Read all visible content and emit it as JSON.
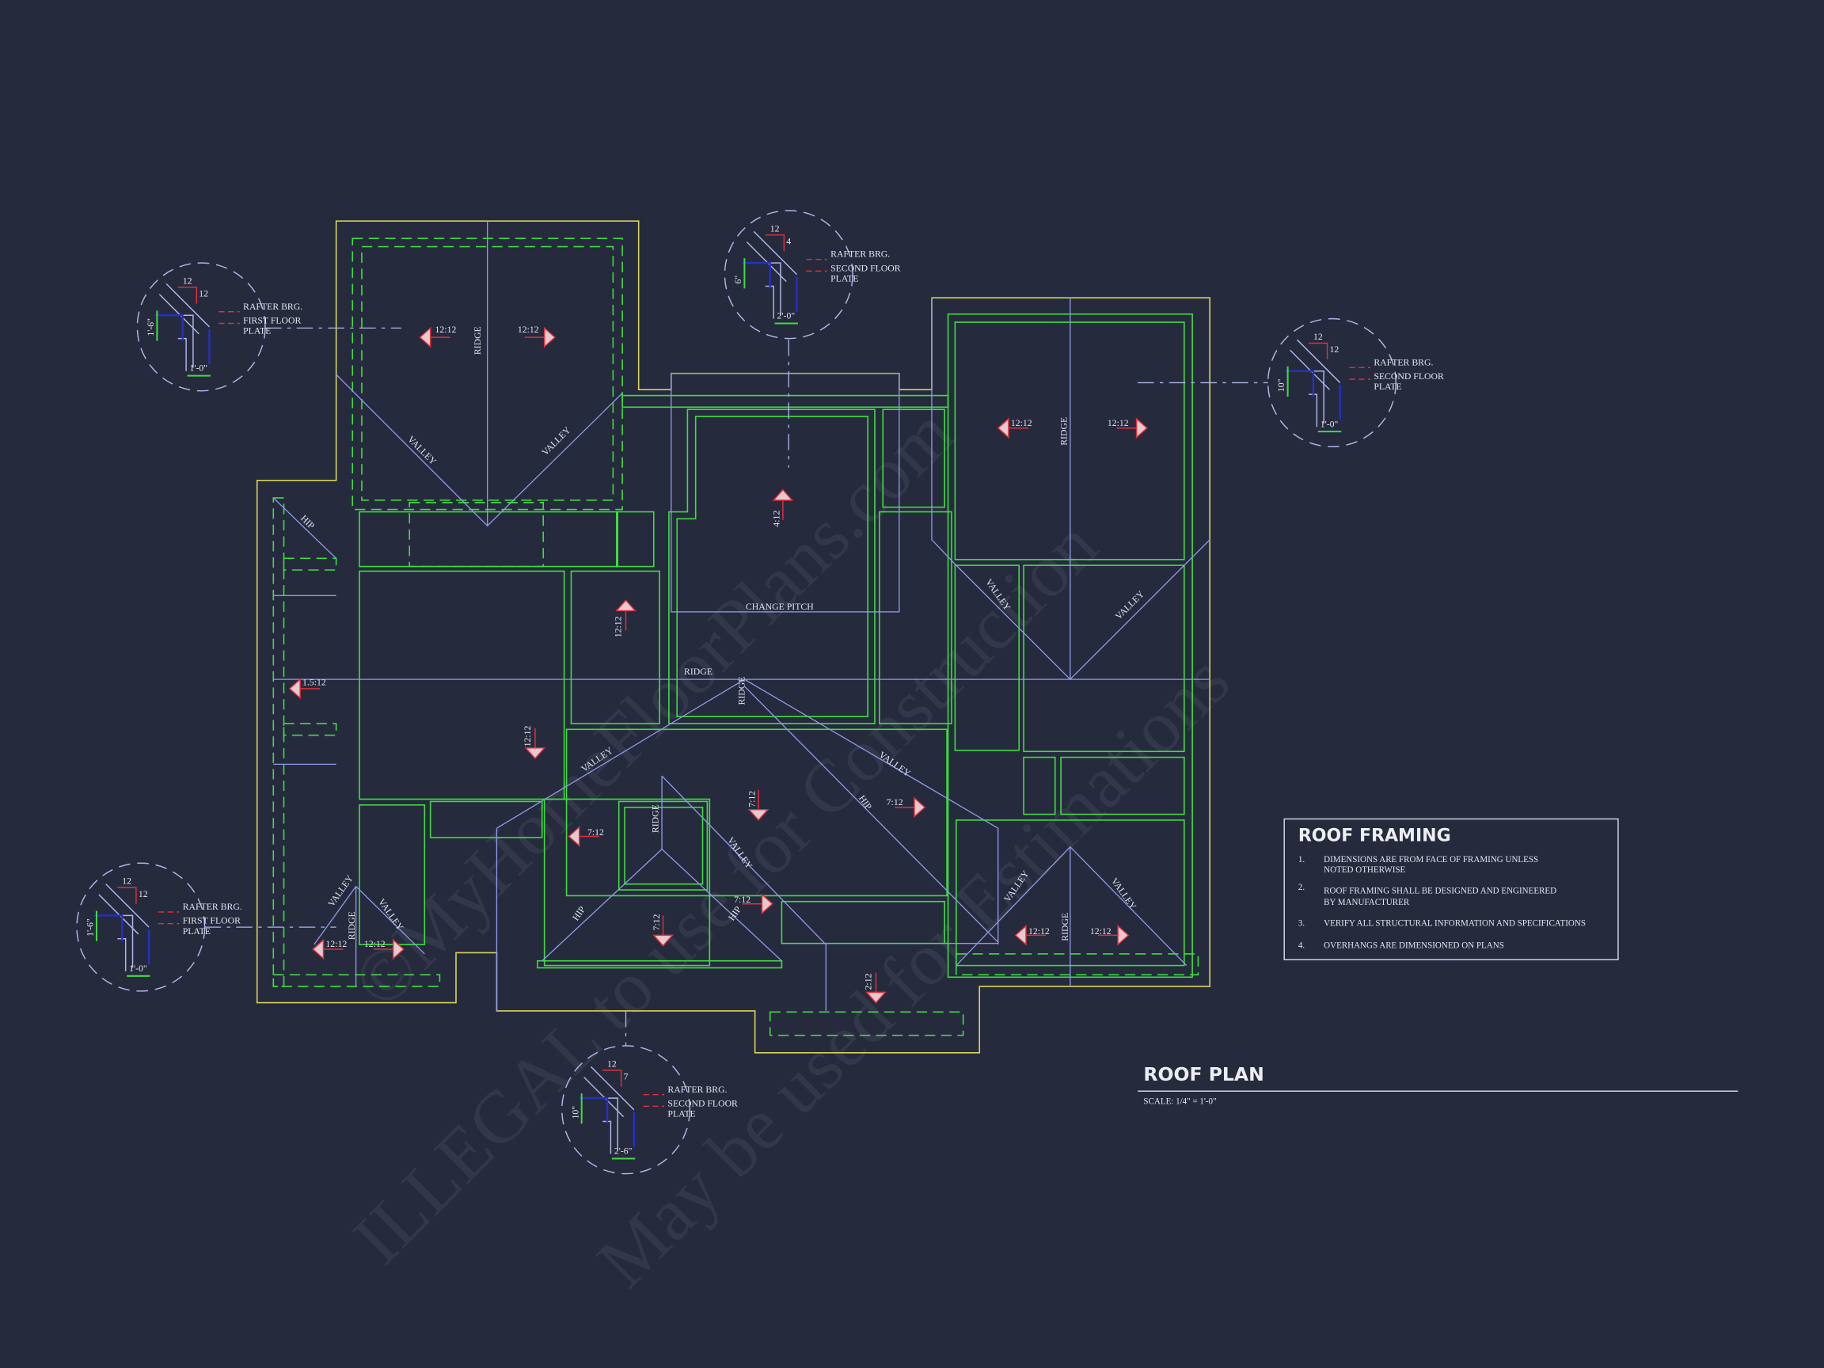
{
  "drawing": {
    "title": "ROOF PLAN",
    "scale": "SCALE: 1/4\" = 1'-0\""
  },
  "notes": {
    "title": "ROOF FRAMING",
    "items": [
      {
        "num": "1.",
        "line1": "DIMENSIONS ARE FROM FACE OF FRAMING UNLESS",
        "line2": "NOTED OTHERWISE"
      },
      {
        "num": "2.",
        "line1": "ROOF FRAMING SHALL BE DESIGNED AND ENGINEERED",
        "line2": "BY MANUFACTURER"
      },
      {
        "num": "3.",
        "line1": "VERIFY ALL STRUCTURAL INFORMATION AND SPECIFICATIONS",
        "line2": ""
      },
      {
        "num": "4.",
        "line1": "OVERHANGS ARE DIMENSIONED ON PLANS",
        "line2": ""
      }
    ]
  },
  "labels": [
    "12:12",
    "RIDGE",
    "12:12",
    "VALLEY",
    "VALLEY",
    "HIP",
    "4:12",
    "CHANGE PITCH",
    "12:12",
    "RIDGE",
    "RIDGE",
    "1.5:12",
    "12:12",
    "VALLEY",
    "VALLEY",
    "7:12",
    "HIP",
    "7:12",
    "7:12",
    "RIDGE",
    "VALLEY",
    "HIP",
    "7:12",
    "HIP",
    "7:12",
    "2:12",
    "VALLEY",
    "RIDGE",
    "VALLEY",
    "12:12",
    "12:12",
    "12:12",
    "RIDGE",
    "12:12",
    "VALLEY",
    "VALLEY",
    "VALLEY",
    "RIDGE",
    "VALLEY",
    "12:12",
    "12:12"
  ],
  "details": [
    {
      "run": "12",
      "rise": "12",
      "bearing": "RAFTER BRG.",
      "plate1": "FIRST FLOOR",
      "plate2": "PLATE",
      "height": "1'-6\"",
      "overhang": "1'-0\""
    },
    {
      "run": "12",
      "rise": "4",
      "bearing": "RAFTER BRG.",
      "plate1": "SECOND FLOOR",
      "plate2": "PLATE",
      "height": "6\"",
      "overhang": "2'-0\""
    },
    {
      "run": "12",
      "rise": "12",
      "bearing": "RAFTER BRG.",
      "plate1": "SECOND FLOOR",
      "plate2": "PLATE",
      "height": "10\"",
      "overhang": "1'-0\""
    },
    {
      "run": "12",
      "rise": "12",
      "bearing": "RAFTER BRG.",
      "plate1": "FIRST FLOOR",
      "plate2": "PLATE",
      "height": "1'-6\"",
      "overhang": "1'-0\""
    },
    {
      "run": "12",
      "rise": "7",
      "bearing": "RAFTER BRG.",
      "plate1": "SECOND FLOOR",
      "plate2": "PLATE",
      "height": "10\"",
      "overhang": "2'-6\""
    }
  ],
  "watermark": [
    "©MyHomeFloorPlans.com",
    "ILLEGAL to use for Construction",
    "May be used for Estimations"
  ],
  "colors": {
    "background": "#262a3d",
    "roof_edge": "#d8d25a",
    "walls": "#3fdc3f",
    "roof_lines": "#8c9be8",
    "slope_arrows": "#e0303c"
  }
}
